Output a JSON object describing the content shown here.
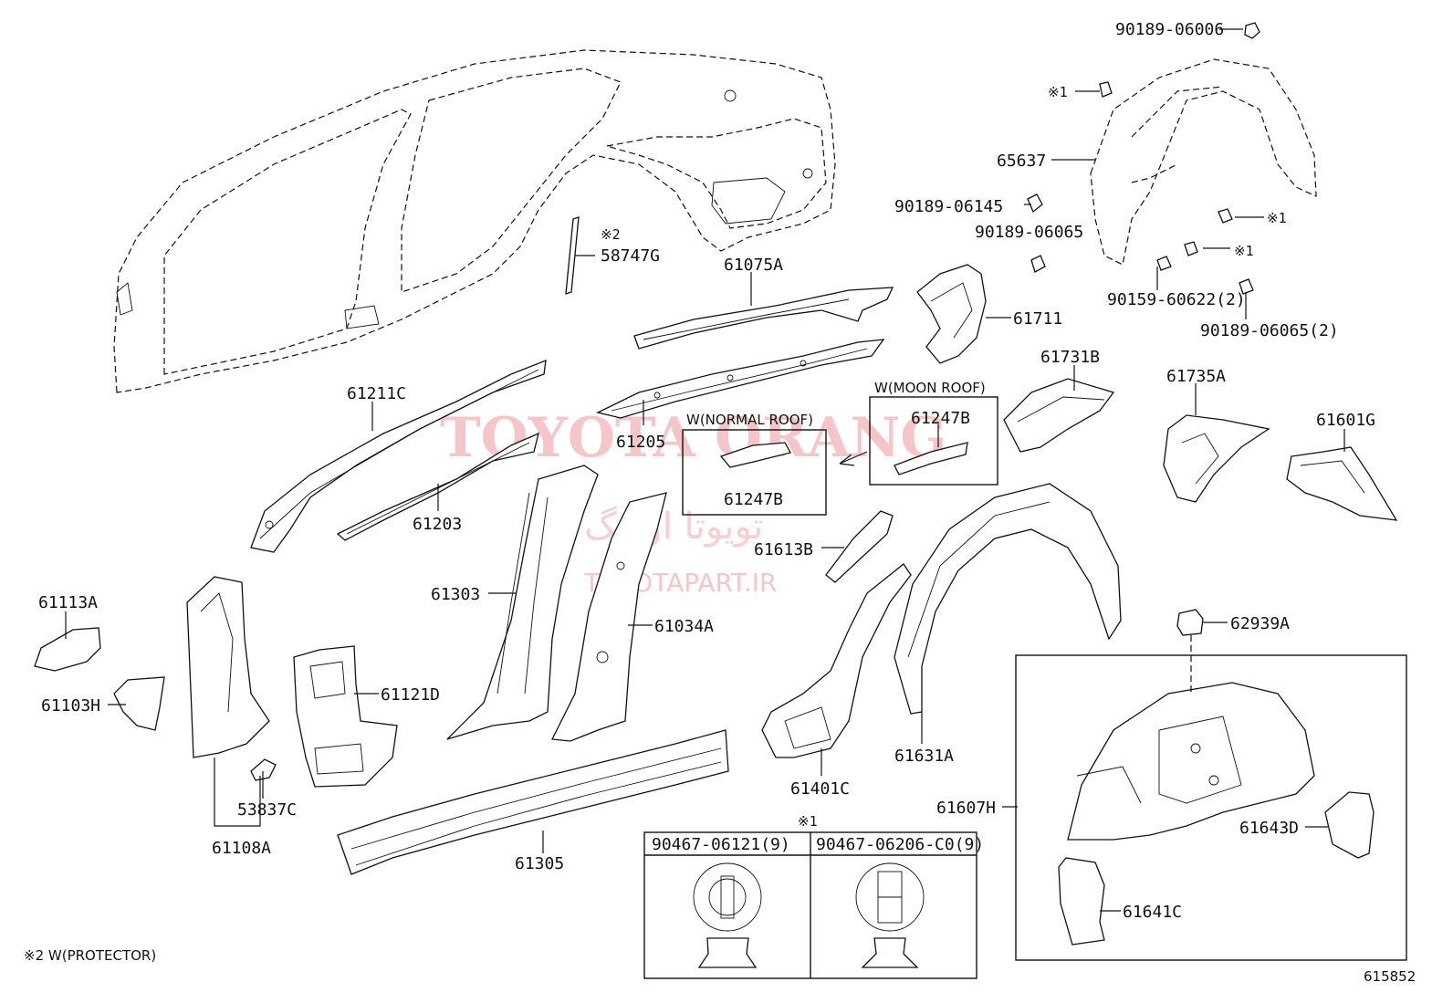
{
  "labels": {
    "p90189_06006": "90189-06006",
    "p90189_06145": "90189-06145",
    "p90189_06065": "90189-06065",
    "p90159_60622": "90159-60622(2)",
    "p90189_06065_2": "90189-06065(2)",
    "p65637": "65637",
    "p61711": "61711",
    "p61731B": "61731B",
    "p61735A": "61735A",
    "p61601G": "61601G",
    "p58747G": "58747G",
    "p61075A": "61075A",
    "p61211C": "61211C",
    "p61205": "61205",
    "p61203": "61203",
    "p61247B_moon": "61247B",
    "p61247B_normal": "61247B",
    "p61613B": "61613B",
    "p61303": "61303",
    "p61034A": "61034A",
    "p61113A": "61113A",
    "p61103H": "61103H",
    "p61121D": "61121D",
    "p53837C": "53837C",
    "p61108A": "61108A",
    "p61305": "61305",
    "p61401C": "61401C",
    "p61631A": "61631A",
    "p62939A": "62939A",
    "p61607H": "61607H",
    "p61643D": "61643D",
    "p61641C": "61641C",
    "clip_a": "90467-06121(9)",
    "clip_b": "90467-06206-C0(9)"
  },
  "notes": {
    "mark1": "※1",
    "mark2": "※2",
    "normal_roof": "W(NORMAL ROOF)",
    "moon_roof": "W(MOON ROOF)",
    "protector_note": "※2 W(PROTECTOR)",
    "diagram_id": "615852"
  },
  "watermark": {
    "brand": "TOYOTA ORANG",
    "persian": "تویوتا اورنگ",
    "site": "TOYOTAPART.IR"
  }
}
